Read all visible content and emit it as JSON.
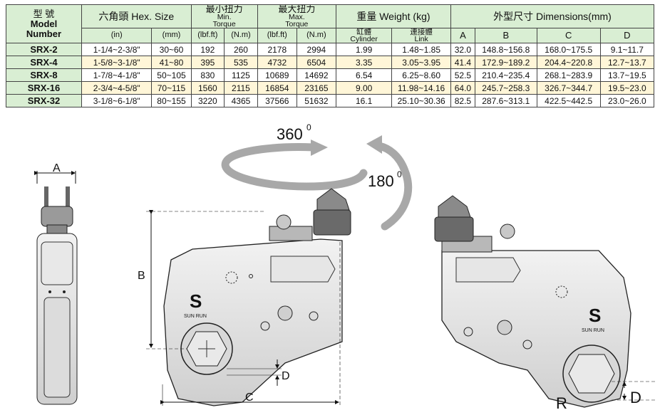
{
  "table": {
    "headers": {
      "model_cn": "型 號",
      "model_en": "Model",
      "model_en2": "Number",
      "hex_size": "六角頭 Hex. Size",
      "min_torque_cn": "最小扭力",
      "min_torque_en1": "Min.",
      "min_torque_en2": "Torque",
      "max_torque_cn": "最大扭力",
      "max_torque_en1": "Max.",
      "max_torque_en2": "Torque",
      "weight": "重量 Weight (kg)",
      "dimensions": "外型尺寸 Dimensions(mm)",
      "unit_in": "(in)",
      "unit_mm": "(mm)",
      "unit_lbfft": "(lbf.ft)",
      "unit_nm": "(N.m)",
      "unit_lbfft2": "(lbf.ft)",
      "unit_nm2": "(N.m)",
      "cylinder_cn": "缸體",
      "cylinder_en": "Cylinder",
      "link_cn": "連接體",
      "link_en": "Link",
      "dim_a": "A",
      "dim_b": "B",
      "dim_c": "C",
      "dim_d": "D"
    },
    "rows": [
      {
        "model": "SRX-2",
        "hex_in": "1-1/4~2-3/8\"",
        "hex_mm": "30~60",
        "min_lbf": "192",
        "min_nm": "260",
        "max_lbf": "2178",
        "max_nm": "2994",
        "cyl": "1.99",
        "link": "1.48~1.85",
        "a": "32.0",
        "b": "148.8~156.8",
        "c": "168.0~175.5",
        "d": "9.1~11.7"
      },
      {
        "model": "SRX-4",
        "hex_in": "1-5/8~3-1/8\"",
        "hex_mm": "41~80",
        "min_lbf": "395",
        "min_nm": "535",
        "max_lbf": "4732",
        "max_nm": "6504",
        "cyl": "3.35",
        "link": "3.05~3.95",
        "a": "41.4",
        "b": "172.9~189.2",
        "c": "204.4~220.8",
        "d": "12.7~13.7"
      },
      {
        "model": "SRX-8",
        "hex_in": "1-7/8~4-1/8\"",
        "hex_mm": "50~105",
        "min_lbf": "830",
        "min_nm": "1125",
        "max_lbf": "10689",
        "max_nm": "14692",
        "cyl": "6.54",
        "link": "6.25~8.60",
        "a": "52.5",
        "b": "210.4~235.4",
        "c": "268.1~283.9",
        "d": "13.7~19.5"
      },
      {
        "model": "SRX-16",
        "hex_in": "2-3/4~4-5/8\"",
        "hex_mm": "70~115",
        "min_lbf": "1560",
        "min_nm": "2115",
        "max_lbf": "16854",
        "max_nm": "23165",
        "cyl": "9.00",
        "link": "11.98~14.16",
        "a": "64.0",
        "b": "245.7~258.3",
        "c": "326.7~344.7",
        "d": "19.5~23.0"
      },
      {
        "model": "SRX-32",
        "hex_in": "3-1/8~6-1/8\"",
        "hex_mm": "80~155",
        "min_lbf": "3220",
        "min_nm": "4365",
        "max_lbf": "37566",
        "max_nm": "51632",
        "cyl": "16.1",
        "link": "25.10~30.36",
        "a": "82.5",
        "b": "287.6~313.1",
        "c": "422.5~442.5",
        "d": "23.0~26.0"
      }
    ]
  },
  "drawing": {
    "rotate_360": "360",
    "rotate_180": "180",
    "degree_mark": "0",
    "brand": "SUN RUN",
    "dim_a": "A",
    "dim_b": "B",
    "dim_c": "C",
    "dim_d": "D",
    "dim_r": "R",
    "dim_d2": "D",
    "colors": {
      "header_bg": "#d9eed3",
      "alt_row_bg": "#fff6d8",
      "arrow_gray": "#a8a8a8"
    }
  }
}
